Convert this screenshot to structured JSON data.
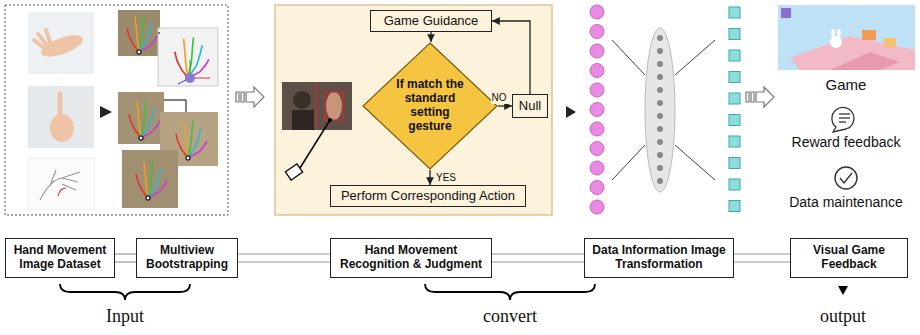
{
  "diagram": {
    "nodes": [
      {
        "text": [
          "Game Guidance"
        ]
      },
      {
        "text": [
          "If match the standard setting gesture"
        ]
      },
      {
        "text": [
          "Null"
        ]
      },
      {
        "text": [
          "Perform Corresponding Action"
        ]
      },
      {
        "text": [
          "Hand Movement Image Dataset"
        ]
      },
      {
        "text": [
          "Multiview Bootstrapping"
        ]
      },
      {
        "text": [
          "Hand Movement Recognition & Judgment"
        ]
      },
      {
        "text": [
          "Data Information Image Transformation"
        ]
      },
      {
        "text": [
          "Visual Game Feedback"
        ]
      }
    ],
    "edges": [
      {
        "from": 0,
        "to": 1,
        "arrow": "to"
      },
      {
        "from": 1,
        "to": 2,
        "label": "NO",
        "arrow": "to"
      },
      {
        "from": 2,
        "to": 0,
        "arrow": "to"
      },
      {
        "from": 1,
        "to": 3,
        "label": "YES",
        "arrow": "to"
      },
      {
        "from": 4,
        "to": 5,
        "arrow": "none"
      },
      {
        "from": 5,
        "to": 6,
        "arrow": "none"
      },
      {
        "from": 6,
        "to": 7,
        "arrow": "none"
      },
      {
        "from": 7,
        "to": 8,
        "arrow": "none"
      }
    ],
    "labels": [
      "Game",
      "Reward feedback",
      "Data maintenance",
      "Input",
      "convert",
      "output"
    ]
  }
}
